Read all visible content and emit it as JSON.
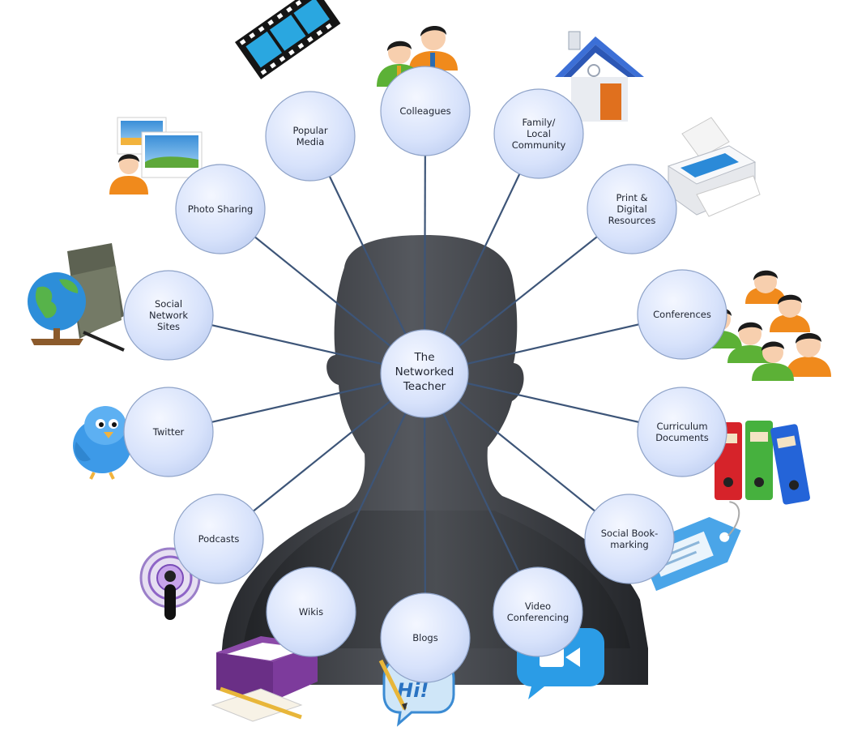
{
  "diagram": {
    "center": {
      "lines": [
        "The",
        "Networked",
        "Teacher"
      ]
    },
    "nodes": [
      {
        "id": "colleagues",
        "lines": [
          "Colleagues"
        ],
        "icon": "colleagues-icon"
      },
      {
        "id": "family",
        "lines": [
          "Family/",
          "Local",
          "Community"
        ],
        "icon": "house-icon"
      },
      {
        "id": "print",
        "lines": [
          "Print &",
          "Digital",
          "Resources"
        ],
        "icon": "printer-icon"
      },
      {
        "id": "conferences",
        "lines": [
          "Conferences"
        ],
        "icon": "group-icon"
      },
      {
        "id": "curriculum",
        "lines": [
          "Curriculum",
          "Documents"
        ],
        "icon": "binders-icon"
      },
      {
        "id": "bookmarking",
        "lines": [
          "Social Book-",
          "marking"
        ],
        "icon": "tag-icon"
      },
      {
        "id": "video",
        "lines": [
          "Video",
          "Conferencing"
        ],
        "icon": "video-camera-icon"
      },
      {
        "id": "blogs",
        "lines": [
          "Blogs"
        ],
        "icon": "speech-bubble-icon"
      },
      {
        "id": "wikis",
        "lines": [
          "Wikis"
        ],
        "icon": "card-box-icon"
      },
      {
        "id": "podcasts",
        "lines": [
          "Podcasts"
        ],
        "icon": "podcast-icon"
      },
      {
        "id": "twitter",
        "lines": [
          "Twitter"
        ],
        "icon": "bird-icon"
      },
      {
        "id": "social",
        "lines": [
          "Social",
          "Network",
          "Sites"
        ],
        "icon": "globe-icon"
      },
      {
        "id": "photo",
        "lines": [
          "Photo Sharing"
        ],
        "icon": "photos-icon"
      },
      {
        "id": "media",
        "lines": [
          "Popular",
          "Media"
        ],
        "icon": "film-strip-icon"
      }
    ],
    "icon_text": {
      "blogs": "Hi!"
    },
    "colors": {
      "bubble_fill": "#d7e2fb",
      "bubble_stroke": "#8fa3c8",
      "spoke": "#3d5578",
      "silhouette": "#3a3d42"
    }
  }
}
